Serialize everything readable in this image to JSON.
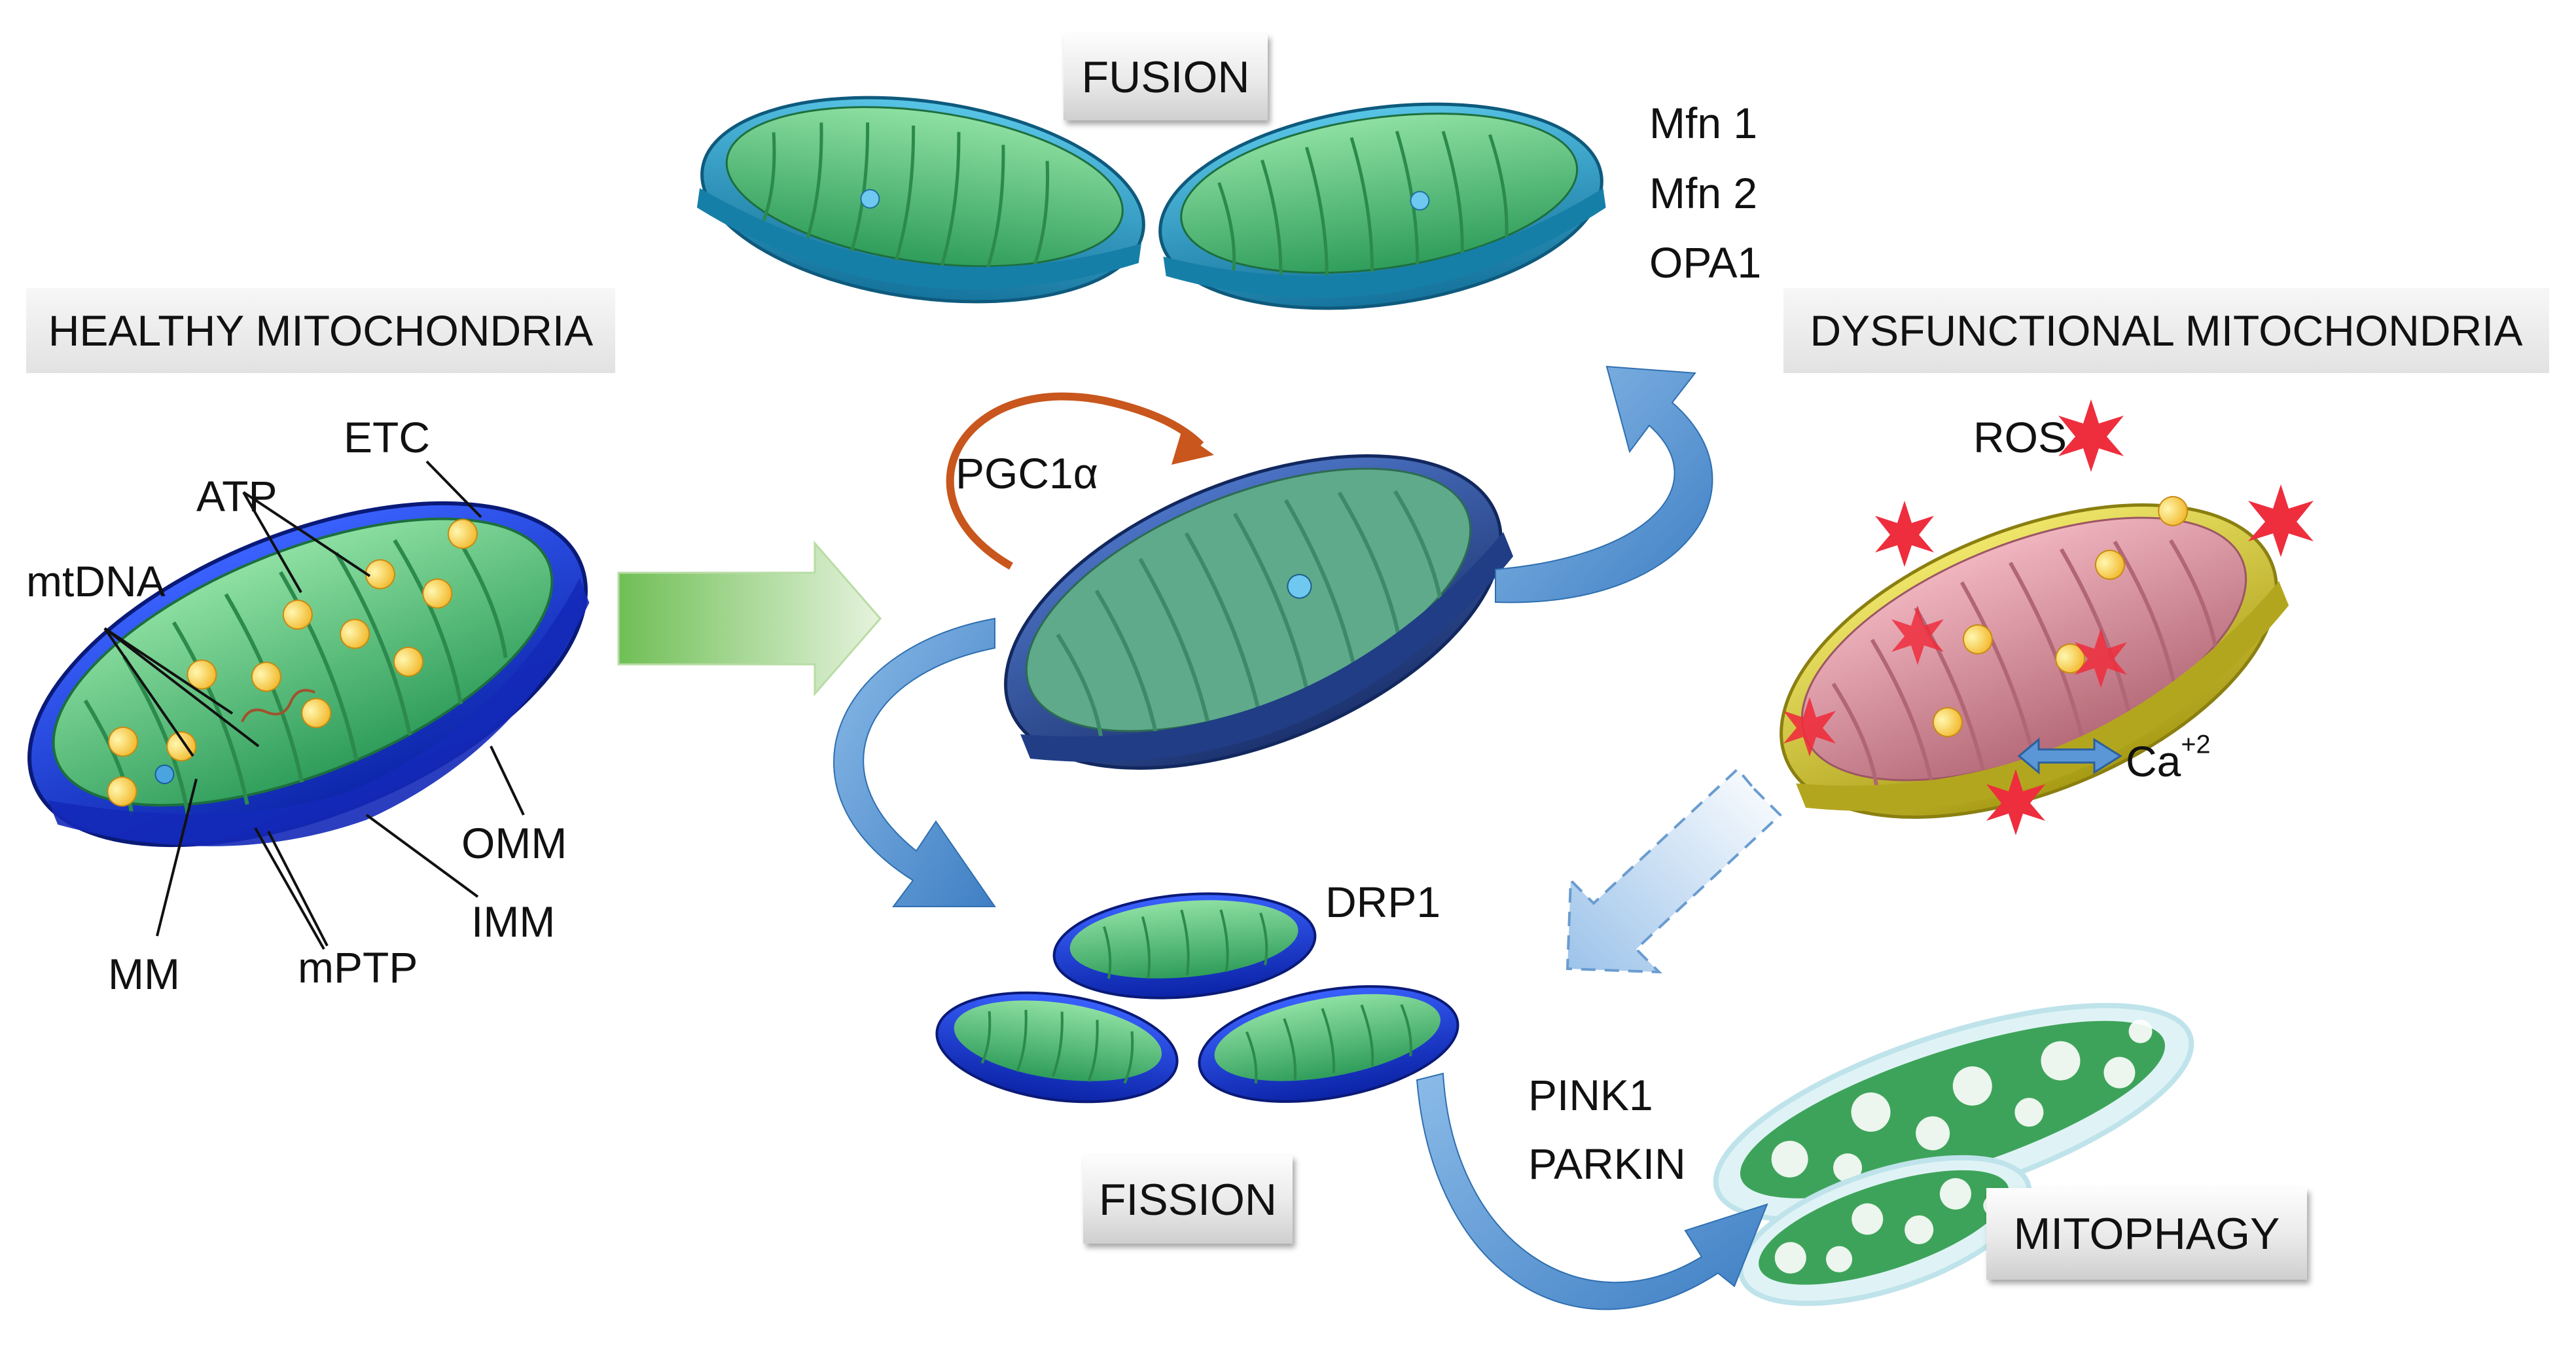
{
  "labels": {
    "healthy": "HEALTHY MITOCHONDRIA",
    "dysfunctional": "DYSFUNCTIONAL MITOCHONDRIA",
    "fusion": "FUSION",
    "fission": "FISSION",
    "mitophagy": "MITOPHAGY",
    "etc": "ETC",
    "atp": "ATP",
    "mtdna": "mtDNA",
    "omm": "OMM",
    "imm": "IMM",
    "mm": "MM",
    "mptp": "mPTP",
    "pgc": "PGC1α",
    "mfn1": "Mfn 1",
    "mfn2": "Mfn 2",
    "opa1": "OPA1",
    "ros": "ROS",
    "ca": "Ca",
    "ca_charge": "+2",
    "drp1": "DRP1",
    "pink1": "PINK1",
    "parkin": "PARKIN"
  },
  "colors": {
    "healthy_shell": "#1f3fd6",
    "matrix_green": "#4fbf7a",
    "fusion_shell": "#2a9ec9",
    "central_shell": "#2d4f9a",
    "dys_shell": "#d8cf3a",
    "dys_matrix": "#d58a98",
    "ros_red": "#ee2d3d",
    "arrow_blue": "#4f8fd0",
    "pgc_arrow": "#c8561d",
    "green_arrow": "#8dc873"
  }
}
